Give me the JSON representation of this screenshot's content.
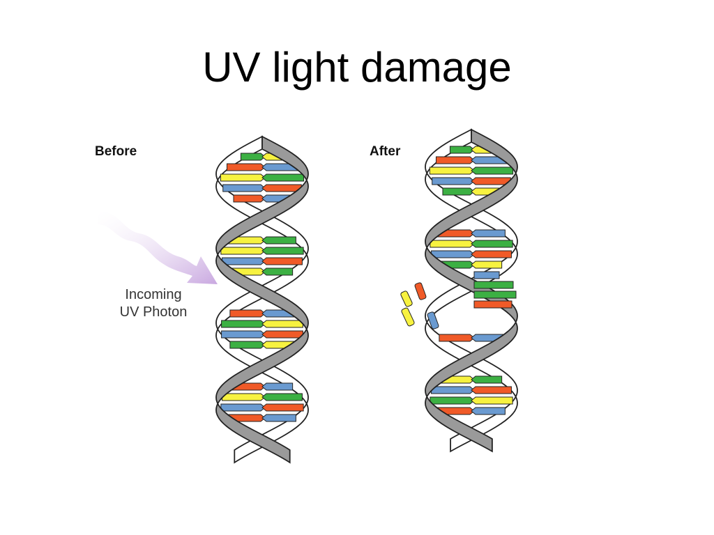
{
  "title": "UV light damage",
  "labels": {
    "before": "Before",
    "after": "After",
    "photon_line1": "Incoming",
    "photon_line2": "UV Photon"
  },
  "colors": {
    "backbone_dark": "#9a9a9a",
    "backbone_light": "#ffffff",
    "green": "#3cb043",
    "yellow": "#f7f240",
    "red": "#f05a28",
    "blue": "#6a9ad0",
    "photon": "#c9a8e0"
  },
  "before_pairs": [
    [
      "green",
      "yellow"
    ],
    [
      "red",
      "blue"
    ],
    [
      "yellow",
      "green"
    ],
    [
      "blue",
      "red"
    ],
    [
      "red",
      "blue"
    ],
    [
      "yellow",
      "green"
    ],
    [
      "yellow",
      "green"
    ],
    [
      "blue",
      "red"
    ],
    [
      "yellow",
      "green"
    ],
    [
      "red",
      "blue"
    ],
    [
      "green",
      "yellow"
    ],
    [
      "blue",
      "red"
    ]
  ],
  "after_pairs_top": [
    [
      "green",
      "yellow"
    ],
    [
      "red",
      "blue"
    ],
    [
      "yellow",
      "green"
    ],
    [
      "blue",
      "red"
    ]
  ],
  "after_pairs_bottom": [
    [
      "green",
      "yellow"
    ],
    [
      "red",
      "blue"
    ],
    [
      "yellow",
      "green"
    ],
    [
      "blue",
      "red"
    ]
  ]
}
